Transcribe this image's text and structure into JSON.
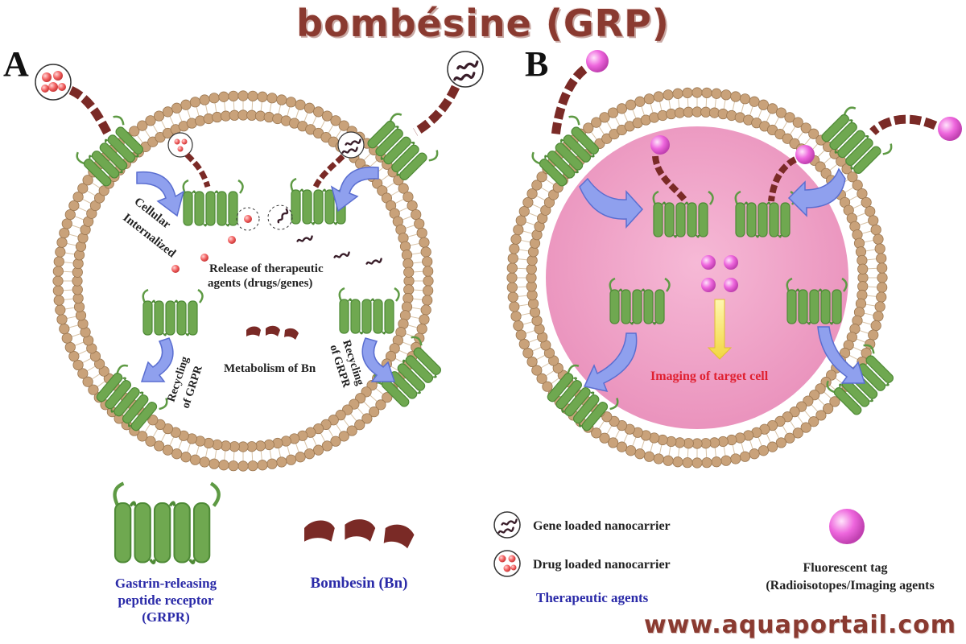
{
  "title": "bombésine (GRP)",
  "panel_a": {
    "label": "A",
    "cellular_internalized": [
      "Cellular",
      "Internalized"
    ],
    "release": [
      "Release of therapeutic",
      "agents (drugs/genes)"
    ],
    "recycling": [
      "Recycling",
      "of GRPR"
    ],
    "metabolism": "Metabolism of Bn"
  },
  "panel_b": {
    "label": "B",
    "imaging": "Imaging of target cell"
  },
  "legend": {
    "grpr": [
      "Gastrin-releasing",
      "peptide receptor",
      "(GRPR)"
    ],
    "bombesin": "Bombesin (Bn)",
    "gene": "Gene loaded nanocarrier",
    "drug": "Drug loaded nanocarrier",
    "therapeutic": "Therapeutic agents",
    "fluorescent": [
      "Fluorescent tag",
      "(Radioisotopes/Imaging agents"
    ]
  },
  "watermark": "www.aquaportail.com",
  "colors": {
    "membrane_head": "#c9a27a",
    "receptor": "#6fa850",
    "peptide": "#7a2a26",
    "arrow": "#8fa0ee",
    "cell_b": "#ef9ec3",
    "fluor": "#ee66dd",
    "label_blue": "#2a2aa8",
    "label_red": "#e02030"
  }
}
